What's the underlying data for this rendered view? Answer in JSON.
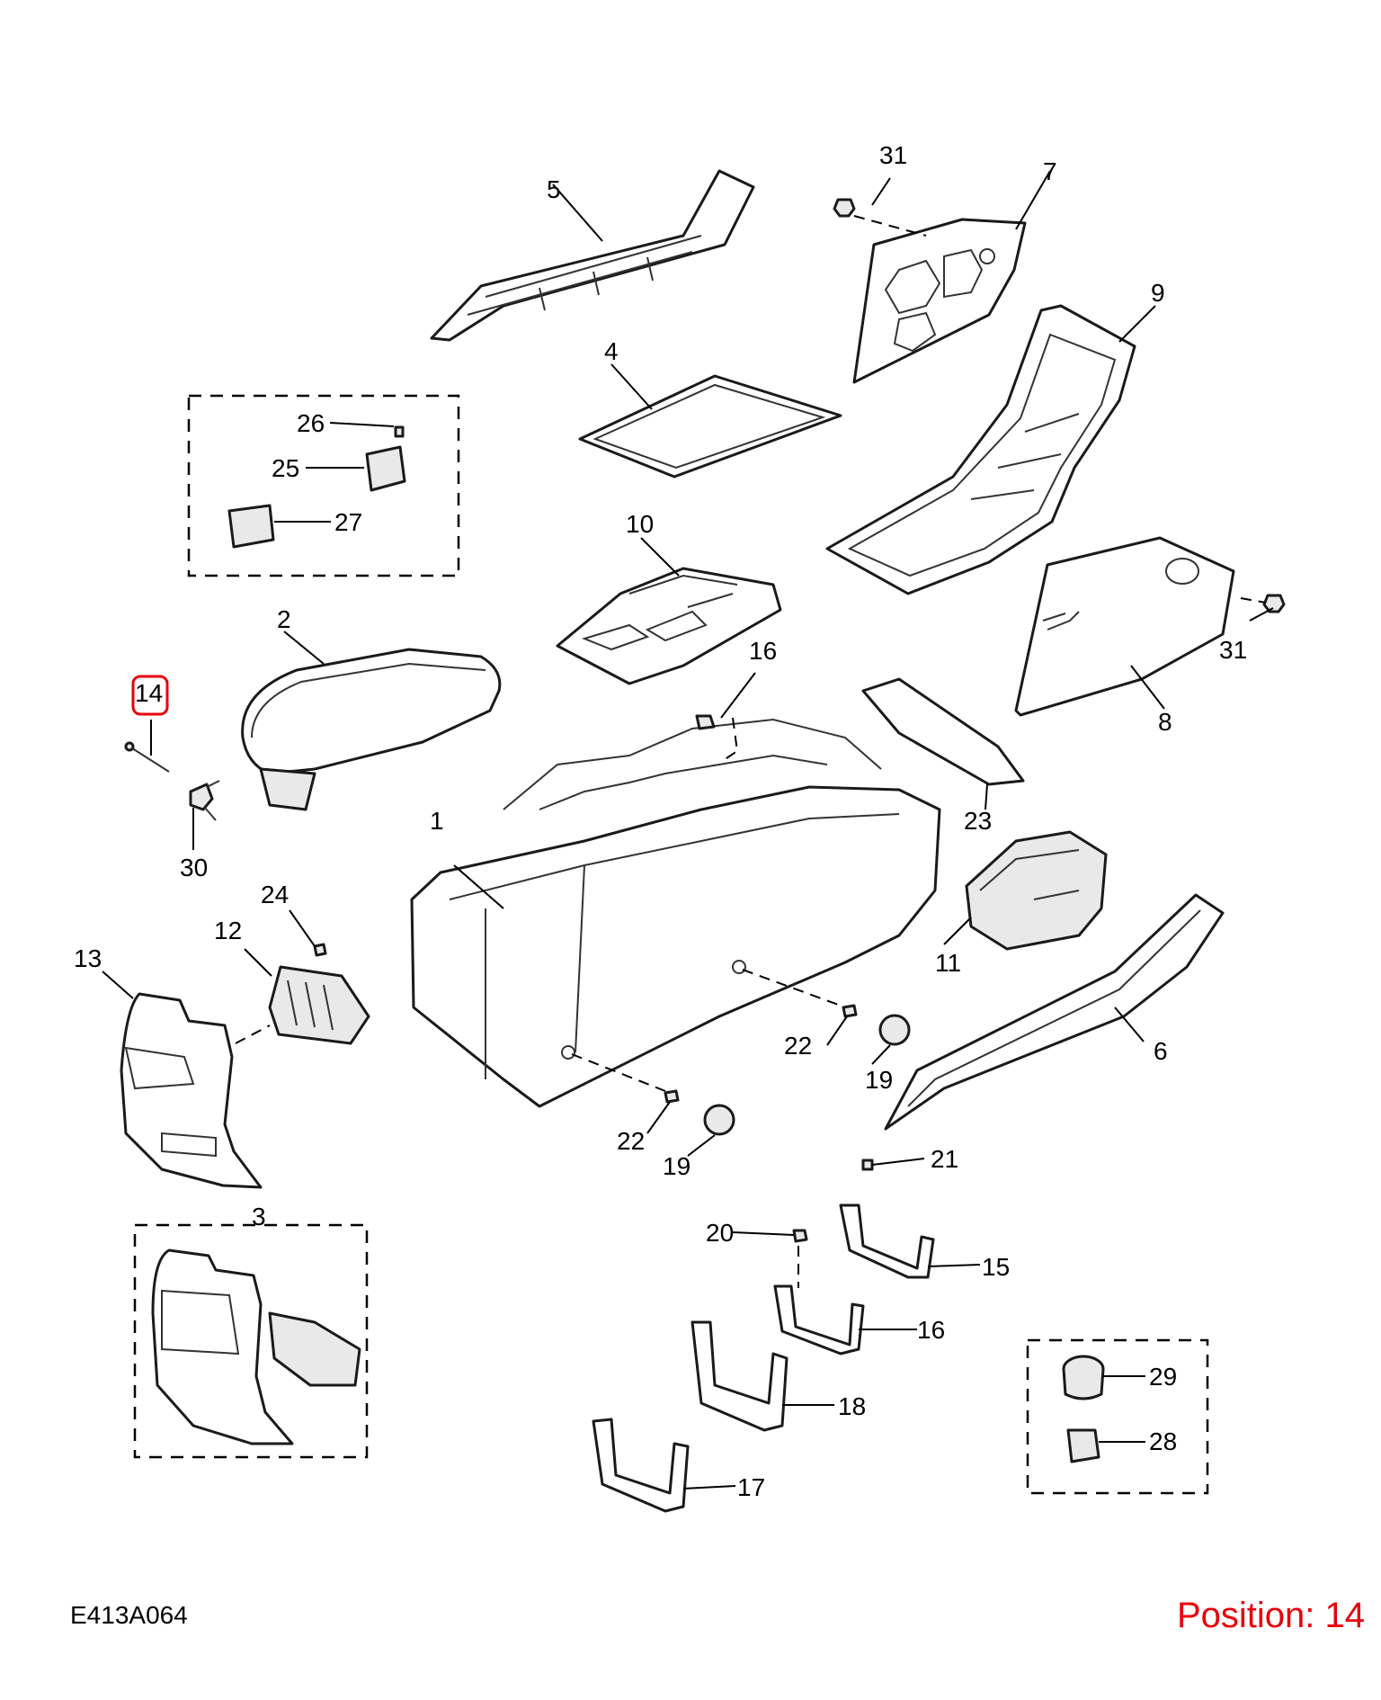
{
  "diagram_code": "E413A064",
  "position": {
    "label": "Position: 14",
    "color": "#e8000b",
    "highlight_color": "#e8000b"
  },
  "callouts": {
    "c1": "1",
    "c2": "2",
    "c3": "3",
    "c4": "4",
    "c5": "5",
    "c6": "6",
    "c7": "7",
    "c8": "8",
    "c9": "9",
    "c10": "10",
    "c11": "11",
    "c12": "12",
    "c13": "13",
    "c14": "14",
    "c15": "15",
    "c16a": "16",
    "c16b": "16",
    "c17": "17",
    "c18": "18",
    "c19a": "19",
    "c19b": "19",
    "c20": "20",
    "c21": "21",
    "c22a": "22",
    "c22b": "22",
    "c23": "23",
    "c24": "24",
    "c25": "25",
    "c26": "26",
    "c27": "27",
    "c28": "28",
    "c29": "29",
    "c30": "30",
    "c31a": "31",
    "c31b": "31"
  }
}
